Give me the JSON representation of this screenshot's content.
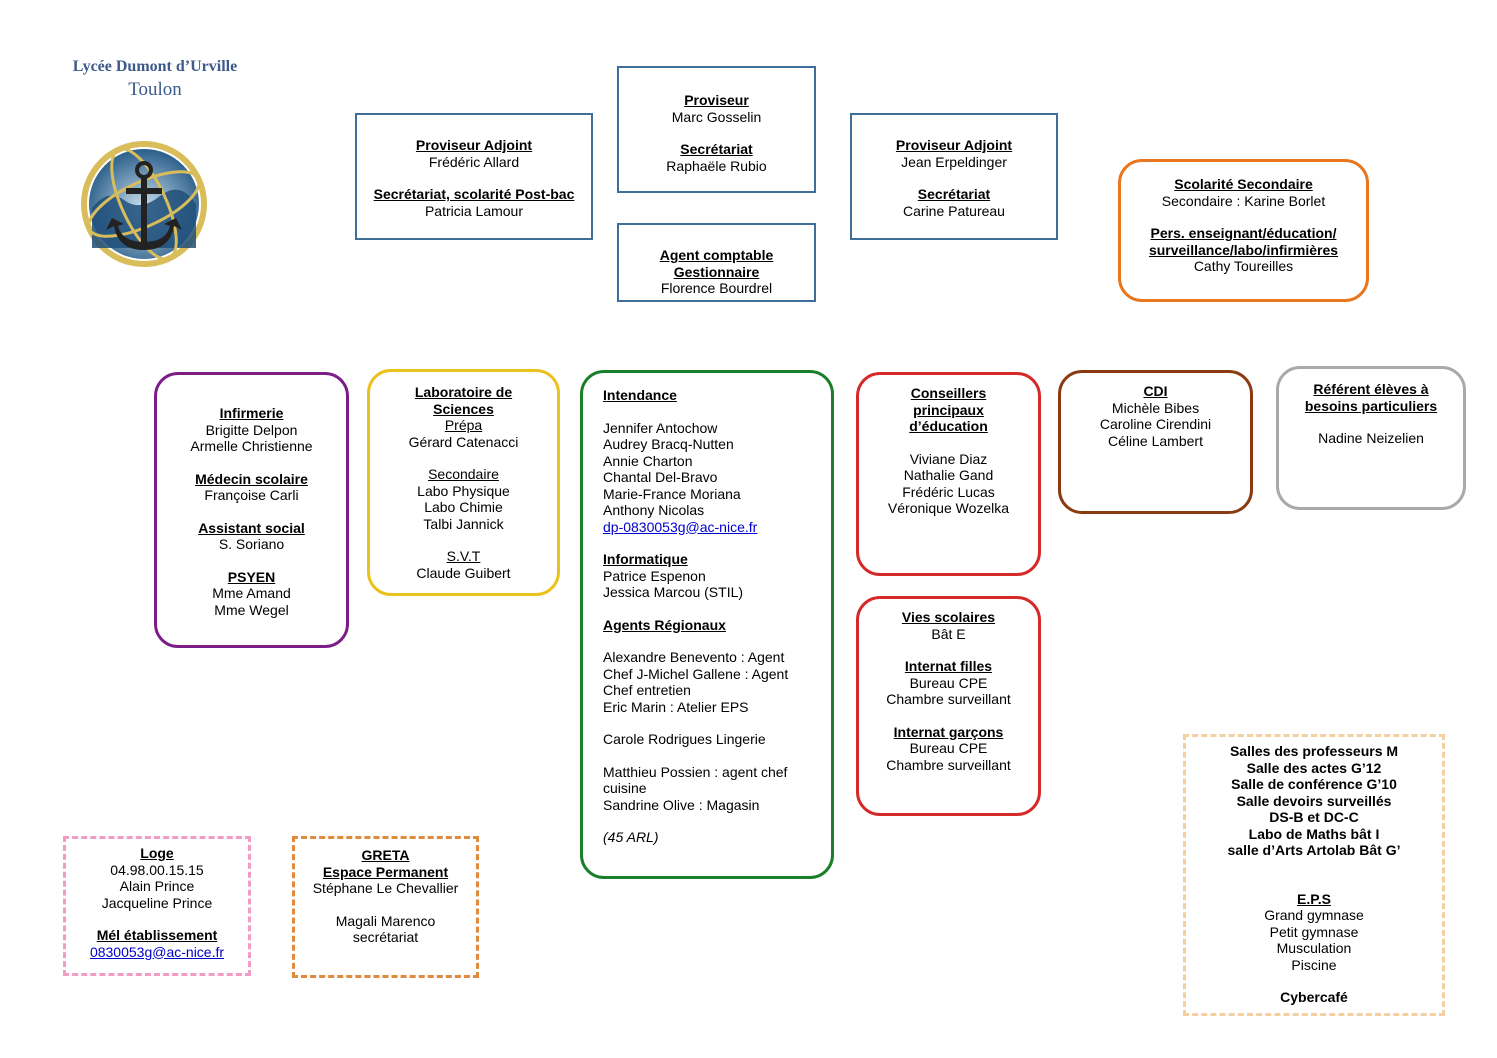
{
  "header": {
    "school": "Lycée Dumont d’Urville",
    "city": "Toulon"
  },
  "colors": {
    "blue": "#3f6f98",
    "orange": "#e8771f",
    "purple": "#7b1f86",
    "yellow": "#e9c21d",
    "green": "#1a7f2a",
    "red": "#d42a2a",
    "brown": "#8a3b12",
    "gray": "#a9a9a9",
    "pink": "#f09cc6",
    "dashed_orange": "#e08a3c",
    "peach": "#f6cfa0"
  },
  "proviseur": {
    "h1": "Proviseur",
    "n1": "Marc Gosselin",
    "h2": "Secrétariat",
    "n2": "Raphaële Rubio"
  },
  "adjoint_left": {
    "h1": "Proviseur Adjoint",
    "n1": "Frédéric Allard",
    "h2": "Secrétariat, scolarité Post-bac",
    "n2": "Patricia Lamour"
  },
  "agent": {
    "h1": "Agent comptable",
    "h2": "Gestionnaire",
    "n1": "Florence Bourdrel"
  },
  "adjoint_right": {
    "h1": "Proviseur Adjoint",
    "n1": "Jean Erpeldinger",
    "h2": "Secrétariat",
    "n2": "Carine Patureau"
  },
  "scolarite": {
    "h1": "Scolarité Secondaire",
    "n1": "Secondaire : Karine Borlet",
    "h2a": "Pers. enseignant/éducation/",
    "h2b": "surveillance/labo/infirmières",
    "n2": "Cathy Toureilles"
  },
  "infirmerie": {
    "h1": "Infirmerie",
    "n1a": "Brigitte Delpon",
    "n1b": "Armelle Christienne",
    "h2": "Médecin scolaire",
    "n2": "Françoise Carli",
    "h3": "Assistant social",
    "n3": "S. Soriano",
    "h4": "PSYEN",
    "n4a": "Mme Amand",
    "n4b": "Mme Wegel"
  },
  "labo": {
    "h1a": "Laboratoire de",
    "h1b": "Sciences",
    "h2": "Prépa",
    "n2": "Gérard Catenacci",
    "h3": "Secondaire",
    "n3a": "Labo Physique",
    "n3b": "Labo Chimie",
    "n3c": "Talbi Jannick",
    "h4": "S.V.T",
    "n4": "Claude Guibert"
  },
  "intendance": {
    "h1": "Intendance",
    "names": [
      "Jennifer Antochow",
      "Audrey Bracq-Nutten",
      "Annie Charton",
      "Chantal Del-Bravo",
      "Marie-France Moriana",
      "Anthony Nicolas"
    ],
    "email": "dp-0830053g@ac-nice.fr",
    "h2": "Informatique",
    "n2a": "Patrice Espenon",
    "n2b": "Jessica Marcou (STIL)",
    "h3": "Agents Régionaux",
    "a1": "Alexandre Benevento : Agent",
    "a2": "Chef J-Michel Gallene : Agent",
    "a3": "Chef entretien",
    "a4": "Eric Marin : Atelier EPS",
    "a5": "Carole Rodrigues Lingerie",
    "a6": "Matthieu Possien : agent chef",
    "a7": "cuisine",
    "a8": "Sandrine Olive :  Magasin",
    "note": "(45 ARL)"
  },
  "cpe": {
    "h1a": "Conseillers",
    "h1b": "principaux",
    "h1c": "d’éducation",
    "names": [
      "Viviane Diaz",
      "Nathalie Gand",
      "Frédéric Lucas",
      "Véronique Wozelka"
    ]
  },
  "vies": {
    "h1": "Vies scolaires",
    "n1": "Bât E",
    "h2": "Internat filles",
    "n2a": "Bureau CPE",
    "n2b": "Chambre surveillant",
    "h3": "Internat garçons",
    "n3a": "Bureau CPE",
    "n3b": "Chambre surveillant"
  },
  "cdi": {
    "h1": "CDI",
    "names": [
      "Michèle Bibes",
      "Caroline Cirendini",
      "Céline Lambert"
    ]
  },
  "referent": {
    "h1a": "Référent élèves à",
    "h1b": "besoins particuliers",
    "n1": "Nadine Neizelien"
  },
  "salles": {
    "lines": [
      "Salles des professeurs M",
      "Salle des actes G’12",
      "Salle de conférence G’10",
      "Salle devoirs surveillés",
      "DS-B et DC-C",
      "Labo de Maths bât I",
      "salle d’Arts Artolab Bât G’"
    ],
    "h2": "E.P.S",
    "eps": [
      "Grand gymnase",
      "Petit gymnase",
      "Musculation",
      "Piscine"
    ],
    "cyber": "Cybercafé"
  },
  "loge": {
    "h1": "Loge",
    "phone": "04.98.00.15.15",
    "n1a": "Alain Prince",
    "n1b": "Jacqueline Prince",
    "h2": "Mél établissement",
    "email": "0830053g@ac-nice.fr"
  },
  "greta": {
    "h1": "GRETA",
    "h1b": "Espace Permanent",
    "n1": "Stéphane Le Chevallier",
    "n2a": "Magali Marenco",
    "n2b": "secrétariat"
  }
}
